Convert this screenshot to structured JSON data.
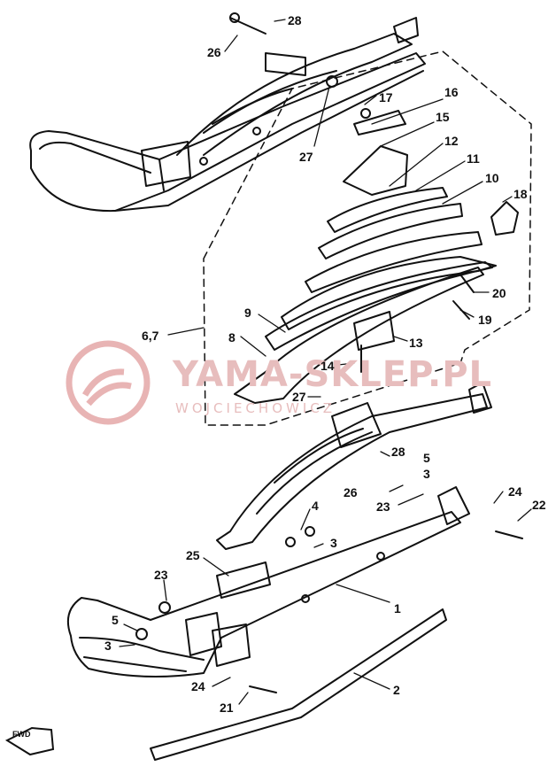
{
  "watermark": {
    "name": "YAMA-SKLEP.PL",
    "sub": "WOJCIECHOWICZ"
  },
  "fwd_label": "FWD",
  "callouts": {
    "c26a": "26",
    "c28a": "28",
    "c27a": "27",
    "c17": "17",
    "c16": "16",
    "c15": "15",
    "c12": "12",
    "c11": "11",
    "c10": "10",
    "c18": "18",
    "c20": "20",
    "c19": "19",
    "c9": "9",
    "c67": "6,7",
    "c8": "8",
    "c13": "13",
    "c14": "14",
    "c27b": "27",
    "c28b": "28",
    "c5a": "5",
    "c3a": "3",
    "c26b": "26",
    "c23a": "23",
    "c24a": "24",
    "c22": "22",
    "c4": "4",
    "c3b": "3",
    "c25": "25",
    "c23b": "23",
    "c1": "1",
    "c5b": "5",
    "c3c": "3",
    "c24b": "24",
    "c21": "21",
    "c2": "2"
  },
  "colors": {
    "line": "#111111",
    "watermark": "#e8b4b4"
  }
}
